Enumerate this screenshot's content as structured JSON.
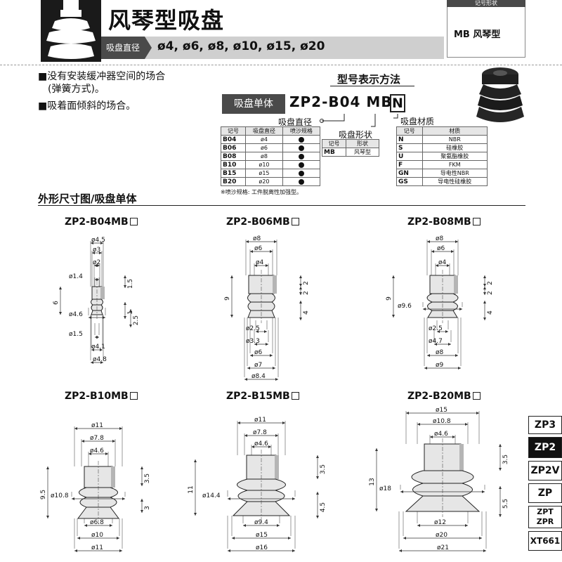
{
  "header": {
    "title": "风琴型吸盘",
    "diameter_label": "吸盘直径",
    "diameters": "ø4, ø6, ø8, ø10, ø15, ø20",
    "type_box_header": "记号形状",
    "type_box_text": "MB 风琴型"
  },
  "features": [
    "■没有安装缓冲器空间的场合",
    "(弹簧方式)。",
    "■吸着面倾斜的场合。"
  ],
  "model": {
    "title": "型号表示方法",
    "unit_label": "吸盘单体",
    "code": "ZP2-B04 MB",
    "box": "N",
    "diameter_caption": "吸盘直径",
    "shape_caption": "吸盘形状",
    "material_caption": "吸盘材质",
    "note": "※喷沙规格: 工件脱离性加强型。"
  },
  "diameter_table": {
    "headers": [
      "记号",
      "吸盘直径",
      "喷沙规格"
    ],
    "rows": [
      {
        "code": "B04",
        "dia": "ø4"
      },
      {
        "code": "B06",
        "dia": "ø6"
      },
      {
        "code": "B08",
        "dia": "ø8"
      },
      {
        "code": "B10",
        "dia": "ø10"
      },
      {
        "code": "B15",
        "dia": "ø15"
      },
      {
        "code": "B20",
        "dia": "ø20"
      }
    ]
  },
  "shape_table": {
    "headers": [
      "记号",
      "形状"
    ],
    "rows": [
      {
        "code": "MB",
        "name": "风琴型"
      }
    ]
  },
  "material_table": {
    "headers": [
      "记号",
      "材质"
    ],
    "rows": [
      {
        "code": "N",
        "name": "NBR"
      },
      {
        "code": "S",
        "name": "硅橡胶"
      },
      {
        "code": "U",
        "name": "聚氨酯橡胶"
      },
      {
        "code": "F",
        "name": "FKM"
      },
      {
        "code": "GN",
        "name": "导电性NBR"
      },
      {
        "code": "GS",
        "name": "导电性硅橡胶"
      }
    ]
  },
  "drawings_title": "外形尺寸图/吸盘单体",
  "drawings": {
    "b04": {
      "name": "ZP2-B04MB",
      "d1": "ø4.5",
      "d2": "ø3",
      "d3": "ø2",
      "d4": "ø1.4",
      "d5": "ø4.6",
      "d6": "ø1.5",
      "d7": "ø4.1",
      "d8": "ø4.8",
      "h": "6",
      "v1": "1.5",
      "v2": "1",
      "v3": "2.5"
    },
    "b06": {
      "name": "ZP2-B06MB",
      "d1": "ø8",
      "d2": "ø6",
      "d3": "ø4",
      "d4": "ø2.5",
      "d5": "ø3.3",
      "d6": "ø6",
      "d7": "ø7",
      "d8": "ø8.4",
      "h": "9",
      "v1": "2",
      "v2": "2",
      "v3": "4"
    },
    "b08": {
      "name": "ZP2-B08MB",
      "d1": "ø8",
      "d2": "ø6",
      "d3": "ø4",
      "d4": "ø9.6",
      "d5": "ø2.5",
      "d6": "ø4.7",
      "d7": "ø8",
      "d8": "ø9",
      "h": "9",
      "v1": "2",
      "v2": "2",
      "v3": "4"
    },
    "b10": {
      "name": "ZP2-B10MB",
      "d1": "ø11",
      "d2": "ø7.8",
      "d3": "ø4.6",
      "d4": "ø10.8",
      "d5": "ø6.8",
      "d6": "ø10",
      "d7": "ø11",
      "h": "9.5",
      "v1": "3.5",
      "v2": "3"
    },
    "b15": {
      "name": "ZP2-B15MB",
      "d1": "ø11",
      "d2": "ø7.8",
      "d3": "ø4.6",
      "d4": "ø14.4",
      "d5": "ø9.4",
      "d6": "ø15",
      "d7": "ø16",
      "h": "11",
      "v1": "3.5",
      "v2": "4.5"
    },
    "b20": {
      "name": "ZP2-B20MB",
      "d1": "ø15",
      "d2": "ø10.8",
      "d3": "ø4.6",
      "d4": "ø18",
      "d5": "ø12",
      "d6": "ø20",
      "d7": "ø21",
      "h": "13",
      "v1": "3.5",
      "v2": "5.5"
    }
  },
  "tabs": [
    "ZP3",
    "ZP2",
    "ZP2V",
    "ZP",
    "ZPT",
    "ZPR",
    "XT661"
  ],
  "colors": {
    "dark": "#1a1a1a",
    "band": "#cfcfcf",
    "label": "#4a4a4a",
    "pad_fill": "#e6e6e6",
    "pad_dark": "#b5b5b5"
  }
}
